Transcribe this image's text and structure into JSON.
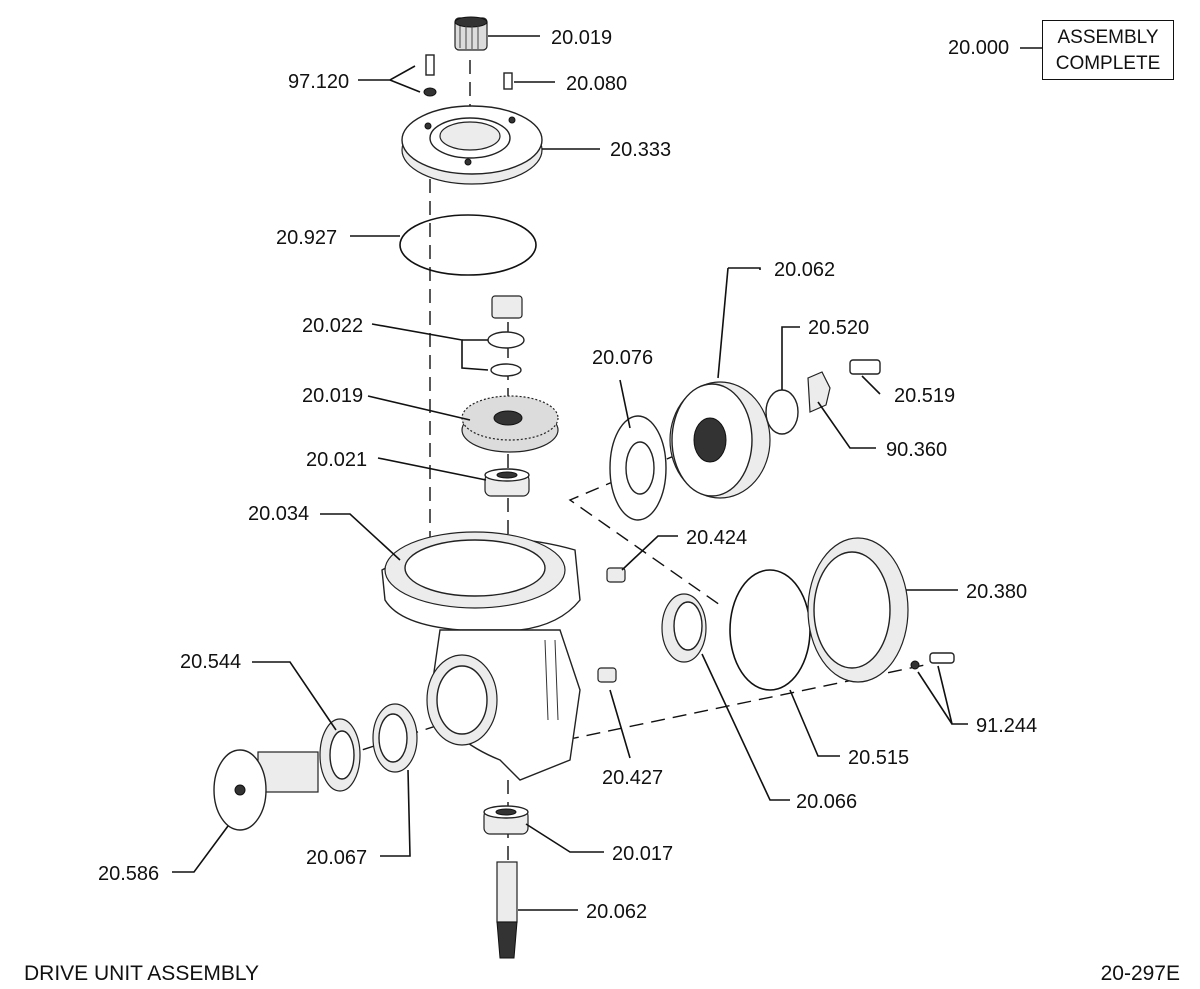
{
  "diagram": {
    "assembly_number": "20.000",
    "assembly_label_line1": "ASSEMBLY",
    "assembly_label_line2": "COMPLETE",
    "footer_title": "DRIVE UNIT ASSEMBLY",
    "footer_code": "20-297E"
  },
  "callouts": {
    "c1": "20.019",
    "c2": "97.120",
    "c3": "20.080",
    "c4": "20.333",
    "c5": "20.927",
    "c6": "20.062",
    "c7": "20.520",
    "c8": "20.022",
    "c9": "20.076",
    "c10": "20.519",
    "c11": "20.019",
    "c12": "90.360",
    "c13": "20.021",
    "c14": "20.034",
    "c15": "20.424",
    "c16": "20.380",
    "c17": "20.544",
    "c18": "91.244",
    "c19": "20.515",
    "c20": "20.427",
    "c21": "20.066",
    "c22": "20.017",
    "c23": "20.067",
    "c24": "20.586",
    "c25": "20.062"
  }
}
